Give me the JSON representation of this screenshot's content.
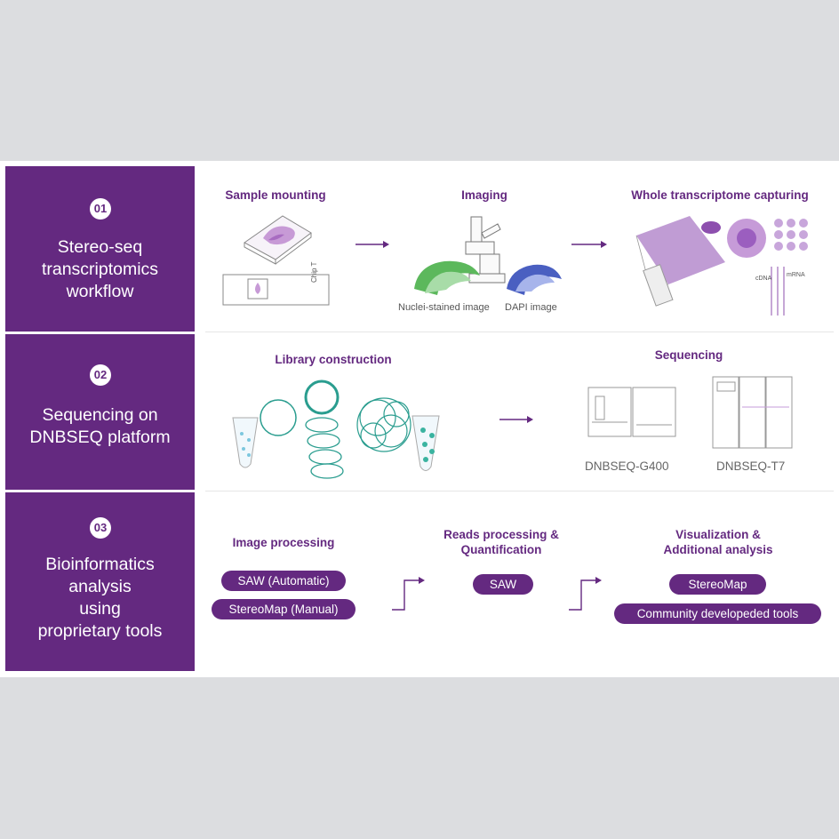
{
  "colors": {
    "accent": "#642980",
    "light_purple": "#a47bbd",
    "teal": "#2a9d8f",
    "green": "#5cb85c",
    "blue": "#4a5fc1"
  },
  "sections": [
    {
      "number": "01",
      "title": "Stereo-seq\ntranscriptomics\nworkflow"
    },
    {
      "number": "02",
      "title": "Sequencing on\nDNBSEQ platform"
    },
    {
      "number": "03",
      "title": "Bioinformatics\nanalysis\nusing\nproprietary tools"
    }
  ],
  "row1": {
    "sample_mounting": "Sample mounting",
    "chip_label": "Chip T",
    "imaging": "Imaging",
    "nuclei_caption": "Nuclei-stained image",
    "dapi_caption": "DAPI image",
    "whole_transcriptome": "Whole transcriptome capturing",
    "cdna_label": "cDNA",
    "mrna_label": "mRNA"
  },
  "row2": {
    "library_construction": "Library construction",
    "sequencing": "Sequencing",
    "device_1": "DNBSEQ-G400",
    "device_2": "DNBSEQ-T7"
  },
  "row3": {
    "image_processing": "Image processing",
    "image_tools": [
      "SAW (Automatic)",
      "StereoMap (Manual)"
    ],
    "reads_processing": "Reads processing &\nQuantification",
    "reads_tools": [
      "SAW"
    ],
    "visualization": "Visualization &\nAdditional analysis",
    "vis_tools": [
      "StereoMap",
      "Community developeded tools"
    ]
  }
}
